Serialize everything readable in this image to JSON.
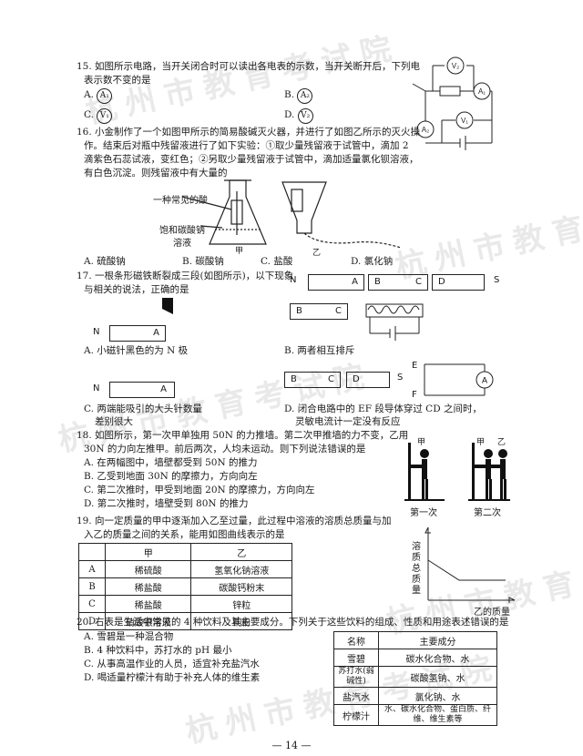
{
  "watermark": "杭州市教育考试院",
  "page_number": "— 14 —",
  "q15": {
    "stem_1": "15. 如图所示电路，当开关闭合时可以读出各电表的示数，当开关断开后，下列电",
    "stem_2": "表示数不变的是",
    "options": [
      {
        "letter": "A.",
        "meter": "A₁"
      },
      {
        "letter": "B.",
        "meter": "A₂"
      },
      {
        "letter": "C.",
        "meter": "V₁"
      },
      {
        "letter": "D.",
        "meter": "V₂"
      }
    ],
    "diagram_meters": [
      "V₂",
      "A₁",
      "A₂",
      "V₁"
    ]
  },
  "q16": {
    "lines": [
      "16. 小金制作了一个如图甲所示的简易酸碱灭火器，并进行了如图乙所示的灭火操",
      "作。结束后对瓶中残留液进行了如下实验：①取少量残留液于试管中，滴加 2",
      "滴紫色石蕊试液，变红色；②另取少量残留液于试管中，滴加适量氯化钡溶液，",
      "有白色沉淀。则残留液中有大量的"
    ],
    "label_acid": "一种常见的酸",
    "label_solution_1": "饱和碳酸钠",
    "label_solution_2": "溶液",
    "fig_jia": "甲",
    "fig_yi": "乙",
    "options": [
      "A. 硫酸钠",
      "B. 碳酸钠",
      "C. 盐酸",
      "D. 氯化钠"
    ]
  },
  "q17": {
    "stem_1": "17. 一根条形磁铁断裂成三段(如图所示)，以下现象",
    "stem_2": "与相关的说法，正确的是",
    "magnet_labels": {
      "n": "N",
      "s": "S",
      "a": "A",
      "b": "B",
      "c": "C",
      "d": "D"
    },
    "circuit_labels": {
      "e": "E",
      "f": "F",
      "ammeter": "A"
    },
    "option_a": "A. 小磁针黑色的为 N 极",
    "option_b": "B. 两者相互排斥",
    "option_c_1": "C. 两端能吸引的大头针数量",
    "option_c_2": "差别很大",
    "option_d_1": "D. 闭合电路中的 EF 段导体穿过 CD 之间时，",
    "option_d_2": "灵敏电流计一定没有反应"
  },
  "q18": {
    "lines": [
      "18. 如图所示，第一次甲单独用 50N 的力推墙。第二次甲推墙的力不变，乙用",
      "30N 的力向左推甲。前后两次，人均未运动。则下列说法错误的是",
      "A. 在两幅图中，墙壁都受到 50N 的推力",
      "B. 乙受到地面 30N 的摩擦力，方向向左",
      "C. 第二次推时，甲受到地面 20N 的摩擦力，方向向左",
      "D. 第二次推时，墙壁受到 80N 的推力"
    ],
    "label_jia": "甲",
    "label_yi": "乙",
    "caption_first": "第一次",
    "caption_second": "第二次"
  },
  "q19": {
    "stem_1": "19. 向一定质量的甲中逐渐加入乙至过量，此过程中溶液的溶质总质量与加",
    "stem_2": "入乙的质量之间的关系，能用如图曲线表示的是",
    "table_header": [
      "",
      "甲",
      "乙"
    ],
    "table_rows": [
      [
        "A",
        "稀硫酸",
        "氢氧化钠溶液"
      ],
      [
        "B",
        "稀盐酸",
        "碳酸钙粉末"
      ],
      [
        "C",
        "稀盐酸",
        "锌粒"
      ],
      [
        "D",
        "硝酸银溶液",
        "铜粉"
      ]
    ],
    "graph_ylabel": "溶质总质量",
    "graph_xlabel": "乙的质量"
  },
  "q20": {
    "stem": "20. 右表是生活中常见的 4 种饮料及其主要成分。下列关于这些饮料的组成、性质和用途表述错误的是",
    "options": [
      "A. 雪碧是一种混合物",
      "B. 4 种饮料中，苏打水的 pH 最小",
      "C. 从事高温作业的人员，适宜补充盐汽水",
      "D. 喝适量柠檬汁有助于补充人体的维生素"
    ],
    "table_header": [
      "名称",
      "主要成分"
    ],
    "table_rows": [
      [
        "雪碧",
        "碳水化合物、水"
      ],
      [
        "苏打水(弱碱性)",
        "碳酸氢钠、水"
      ],
      [
        "盐汽水",
        "氯化钠、水"
      ],
      [
        "柠檬汁",
        "水、碳水化合物、蛋白质、纤维、维生素等"
      ]
    ]
  }
}
